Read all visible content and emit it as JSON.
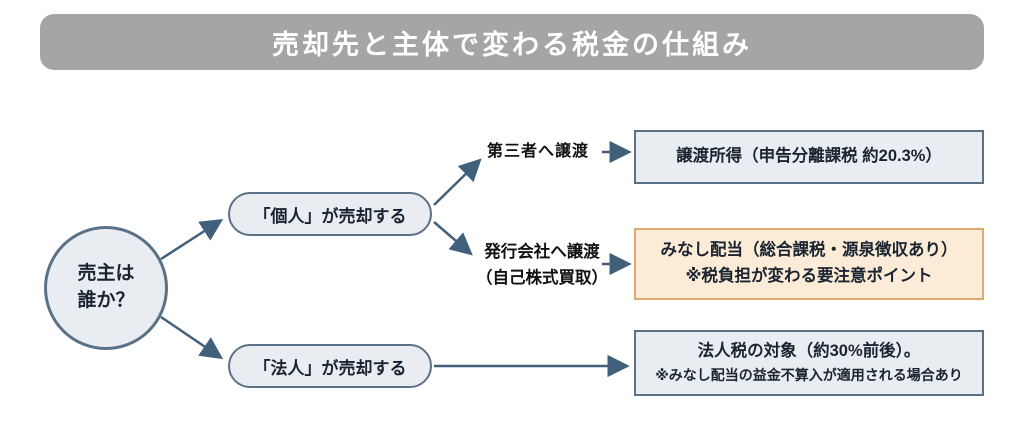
{
  "title": "売却先と主体で変わる税金の仕組み",
  "colors": {
    "banner_bg": "#a5a5a5",
    "banner_text": "#ffffff",
    "node_fill": "#e9edf2",
    "node_border": "#5a7186",
    "highlight_fill": "#fcecd7",
    "highlight_border": "#e2a96f",
    "arrow": "#41607c",
    "text": "#1a2430"
  },
  "root": {
    "line1": "売主は",
    "line2": "誰か？"
  },
  "branches": [
    {
      "label": "「個人」が売却する"
    },
    {
      "label": "「法人」が売却する"
    }
  ],
  "edges": [
    {
      "label": "第三者へ譲渡"
    },
    {
      "label_line1": "発行会社へ譲渡",
      "label_line2": "（自己株式買取）"
    }
  ],
  "outcomes": [
    {
      "line1": "譲渡所得（申告分離課税 約20.3%）"
    },
    {
      "line1": "みなし配当（総合課税・源泉徴収あり）",
      "line2": "※税負担が変わる要注意ポイント"
    },
    {
      "line1": "法人税の対象（約30%前後）。",
      "line2": "※みなし配当の益金不算入が適用される場合あり"
    }
  ]
}
